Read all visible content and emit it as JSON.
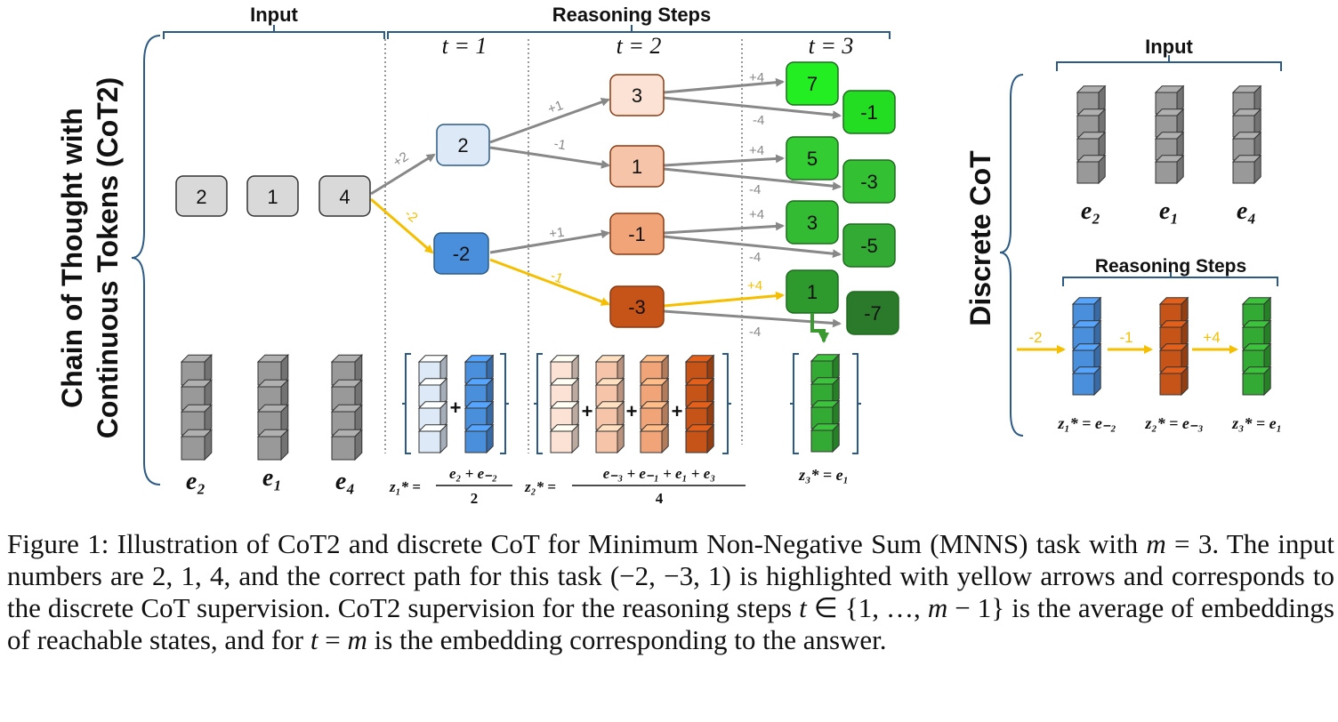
{
  "cot2": {
    "side_title_line1": "Chain of Thought with",
    "side_title_line2": "Continuous Tokens (CoT2)",
    "input_header": "Input",
    "reasoning_header": "Reasoning Steps",
    "steps": [
      "t = 1",
      "t = 2",
      "t = 3"
    ],
    "input_nodes": [
      "2",
      "1",
      "4"
    ],
    "step1_nodes": [
      "2",
      "-2"
    ],
    "step2_nodes": [
      "3",
      "1",
      "-1",
      "-3"
    ],
    "step3_nodes": [
      "7",
      "-1",
      "5",
      "-3",
      "3",
      "-5",
      "1",
      "-7"
    ],
    "edge_labels": {
      "in_to_s1": [
        "+2",
        "-2"
      ],
      "s1_to_s2": [
        "+1",
        "-1",
        "+1",
        "-1"
      ],
      "s2_to_s3": [
        "+4",
        "-4",
        "+4",
        "-4",
        "+4",
        "-4",
        "+4",
        "-4"
      ]
    },
    "input_embedding_labels": [
      "e₂",
      "e₁",
      "e₄"
    ],
    "z1_lhs": "z₁* =",
    "z1_num": "e₂ + e₋₂",
    "z1_den": "2",
    "z2_lhs": "z₂* =",
    "z2_num": "e₋₃ + e₋₁ + e₁ + e₃",
    "z2_den": "4",
    "z3": "z₃* = e₁",
    "plus": "+"
  },
  "discrete": {
    "side_title": "Discrete CoT",
    "input_header": "Input",
    "reasoning_header": "Reasoning Steps",
    "input_embedding_labels": [
      "e₂",
      "e₁",
      "e₄"
    ],
    "arrow_labels": [
      "-2",
      "-1",
      "+4"
    ],
    "z_labels": [
      "z₁* = e₋₂",
      "z₂* = e₋₃",
      "z₃* = e₁"
    ]
  },
  "colors": {
    "gray_node": "#d9d9d9",
    "gray_cube": "#999999",
    "blue_light": "#dde9f7",
    "blue": "#4a8fdc",
    "orange1": "#fbe2d5",
    "orange2": "#f6c4a8",
    "orange3": "#f0a478",
    "orange4": "#c65317",
    "green_bright": "#22ee22",
    "green_mid": "#33cc33",
    "green": "#33aa33",
    "green_dark": "#2b7a2b",
    "yellow_path": "#f5bf00",
    "bracket": "#2b5b84"
  },
  "caption": {
    "p1": "Figure 1: Illustration of CoT2 and discrete CoT for Minimum Non-Negative Sum (MNNS) task with ",
    "m": "m",
    "p2": " = 3. The input numbers are 2, 1, 4, and the correct path for this task (−2, −3, 1) is highlighted with yellow arrows and corresponds to the discrete CoT supervision. CoT2 supervision for the reasoning steps ",
    "t1": "t",
    "p3": " ∈ {1, …, ",
    "m2": "m",
    "p4": " − 1} is the average of embeddings of reachable states, and for ",
    "t2": "t",
    "p5": " = ",
    "m3": "m",
    "p6": " is the embedding corresponding to the answer."
  }
}
